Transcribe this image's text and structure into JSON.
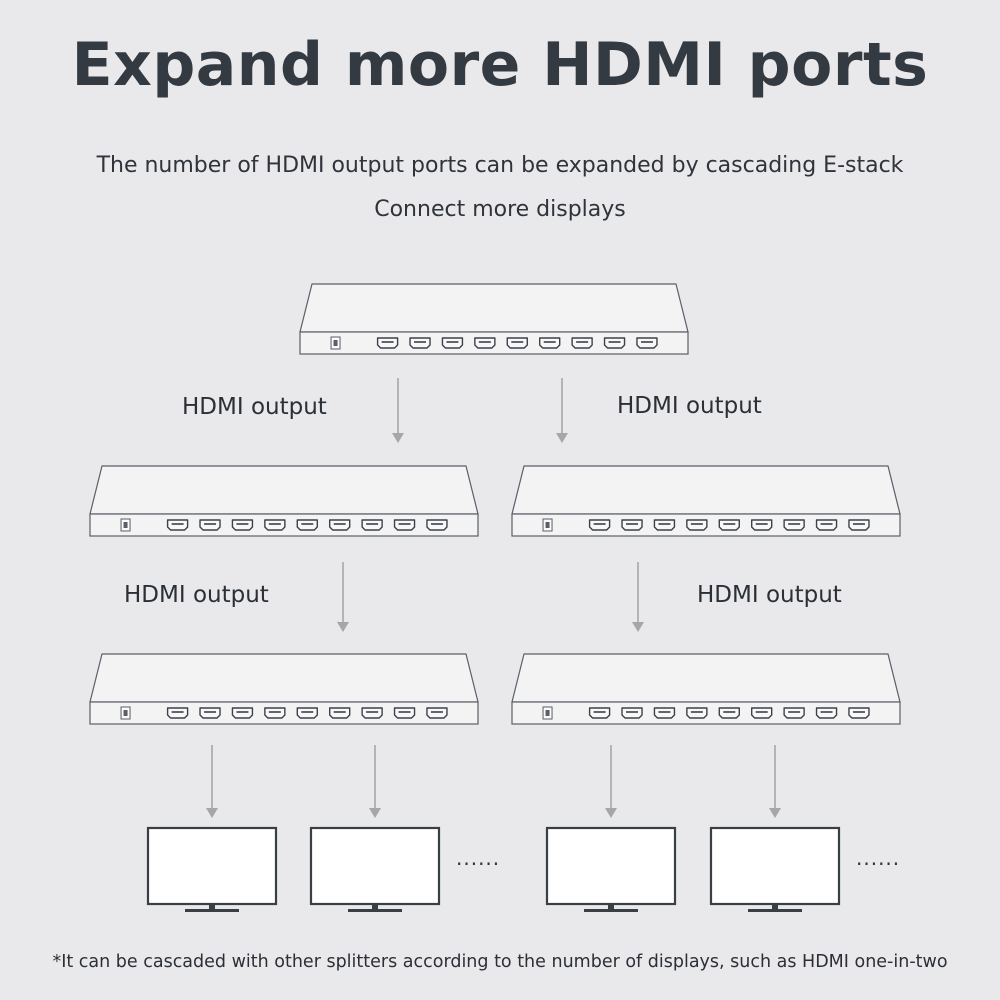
{
  "title": "Expand more HDMI ports",
  "subtitle_line1": "The number of HDMI output ports can be expanded by cascading E-stack",
  "subtitle_line2": "Connect more displays",
  "labels": {
    "level1_left": "HDMI output",
    "level1_right": "HDMI output",
    "level2_left": "HDMI output",
    "level2_right": "HDMI output"
  },
  "ellipsis": "......",
  "footnote": "*It can be cascaded with other splitters according to the number of displays, such as HDMI one-in-two",
  "splitter": {
    "ports": 9
  },
  "colors": {
    "background": "#e9e9eb",
    "device_fill": "#f3f3f4",
    "device_stroke": "#5a5e66",
    "arrow": "#a4a6aa"
  }
}
